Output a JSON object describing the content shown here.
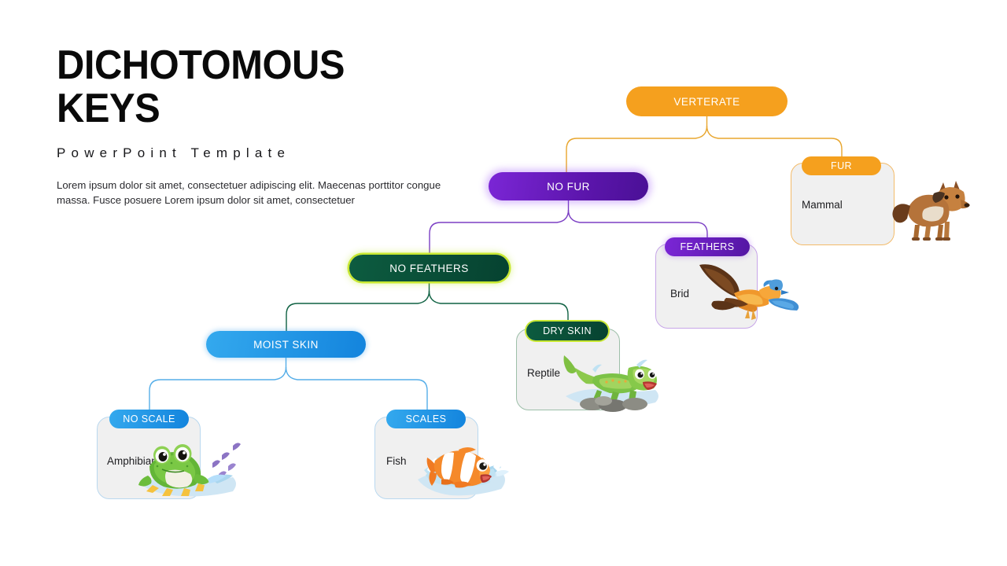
{
  "header": {
    "title": "DICHOTOMOUS KEYS",
    "subtitle": "PowerPoint Template",
    "description": "Lorem ipsum dolor sit amet, consectetuer adipiscing elit. Maecenas porttitor congue massa. Fusce posuere Lorem ipsum dolor sit amet, consectetuer"
  },
  "colors": {
    "orange": "#f5a01e",
    "purple": "#5b15ab",
    "green": "#064230",
    "green_glow": "#c8e831",
    "blue": "#1e96e5",
    "card_bg": "#f0f0f0",
    "title": "#0a0a0a"
  },
  "diagram": {
    "root": {
      "label": "VERTERATE"
    },
    "branches": {
      "no_fur": {
        "label": "NO FUR"
      },
      "no_feathers": {
        "label": "NO FEATHERS"
      },
      "moist_skin": {
        "label": "MOIST SKIN"
      }
    },
    "leaves": [
      {
        "tag": "FUR",
        "name": "Mammal",
        "icon": "dog-illustration"
      },
      {
        "tag": "FEATHERS",
        "name": "Brid",
        "icon": "bird-illustration"
      },
      {
        "tag": "DRY SKIN",
        "name": "Reptile",
        "icon": "lizard-illustration"
      },
      {
        "tag": "NO SCALE",
        "name": "Amphibian",
        "icon": "frog-illustration"
      },
      {
        "tag": "SCALES",
        "name": "Fish",
        "icon": "clownfish-illustration"
      }
    ]
  }
}
